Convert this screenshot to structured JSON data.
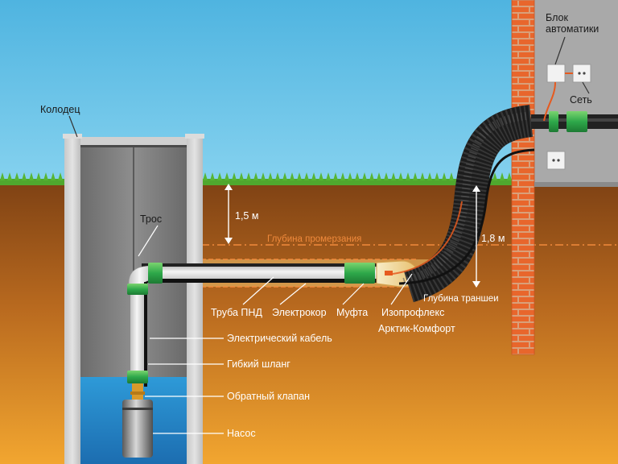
{
  "labels": {
    "well": "Колодец",
    "rope": "Трос",
    "depth_15": "1,5 м",
    "freeze_depth": "Глубина промерзания",
    "depth_18": "1,8 м",
    "trench_depth": "Глубина траншеи",
    "pnd_pipe": "Труба ПНД",
    "electrocorr": "Электрокор",
    "coupling": "Муфта",
    "isoproflex_1": "Изопрофлекс",
    "isoproflex_2": "Арктик-Комфорт",
    "electric_cable": "Электрический кабель",
    "flexible_hose": "Гибкий шланг",
    "check_valve": "Обратный клапан",
    "pump": "Насос",
    "automation_1": "Блок",
    "automation_2": "автоматики",
    "network": "Сеть"
  },
  "colors": {
    "sky": "#62c3e8",
    "grass": "#4fa82e",
    "soil_top": "#8a4a1a",
    "soil_bottom": "#efa22e",
    "wall_brick": "#e8662c",
    "water": "#2d8fd0",
    "coupling_green": "#2ea84a",
    "freeze_line": "#f08a3c"
  }
}
